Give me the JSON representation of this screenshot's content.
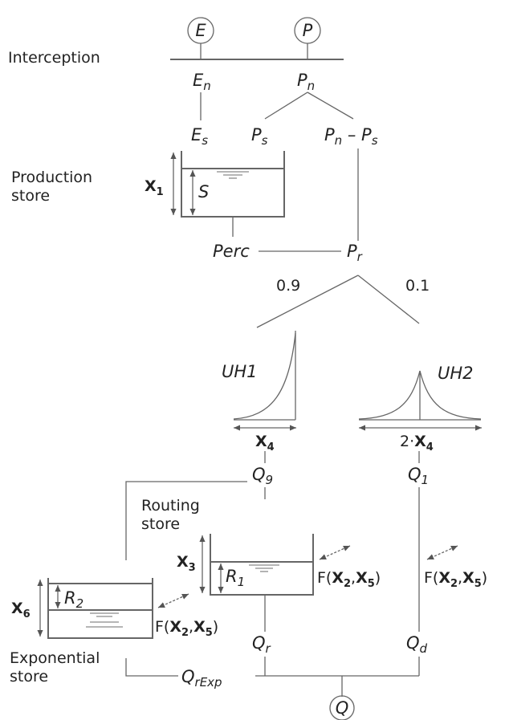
{
  "inputs": {
    "evap": "E",
    "precip": "P"
  },
  "labels": {
    "interception": "Interception",
    "production_store_1": "Production",
    "production_store_2": "store",
    "routing_store_1": "Routing",
    "routing_store_2": "store",
    "exponential_store_1": "Exponential",
    "exponential_store_2": "store"
  },
  "variables": {
    "En": {
      "base": "E",
      "sub": "n"
    },
    "Pn": {
      "base": "P",
      "sub": "n"
    },
    "Es": {
      "base": "E",
      "sub": "s"
    },
    "Ps": {
      "base": "P",
      "sub": "s"
    },
    "PnPs": {
      "a": "P",
      "a_sub": "n",
      "op": " – ",
      "b": "P",
      "b_sub": "s"
    },
    "S": "S",
    "Perc": "Perc",
    "Pr": {
      "base": "P",
      "sub": "r"
    },
    "R1": {
      "base": "R",
      "sub": "1"
    },
    "R2": {
      "base": "R",
      "sub": "2"
    },
    "Q9": {
      "base": "Q",
      "sub": "9"
    },
    "Q1": {
      "base": "Q",
      "sub": "1"
    },
    "Qr": {
      "base": "Q",
      "sub": "r"
    },
    "Qd": {
      "base": "Q",
      "sub": "d"
    },
    "QrExp": {
      "base": "Q",
      "sub": "rExp"
    },
    "Q": "Q"
  },
  "split": {
    "left": "0.9",
    "right": "0.1"
  },
  "unit_hydrographs": {
    "uh1": "UH1",
    "uh2": "UH2"
  },
  "parameters": {
    "x1": {
      "base": "X",
      "sub": "1"
    },
    "x3": {
      "base": "X",
      "sub": "3"
    },
    "x4": {
      "base": "X",
      "sub": "4"
    },
    "x4_double": {
      "prefix": "2·",
      "base": "X",
      "sub": "4"
    },
    "x6": {
      "base": "X",
      "sub": "6"
    }
  },
  "exchange": {
    "prefix": "F(",
    "a": "X",
    "a_sub": "2",
    "sep": ",",
    "b": "X",
    "b_sub": "5",
    "suffix": ")"
  }
}
